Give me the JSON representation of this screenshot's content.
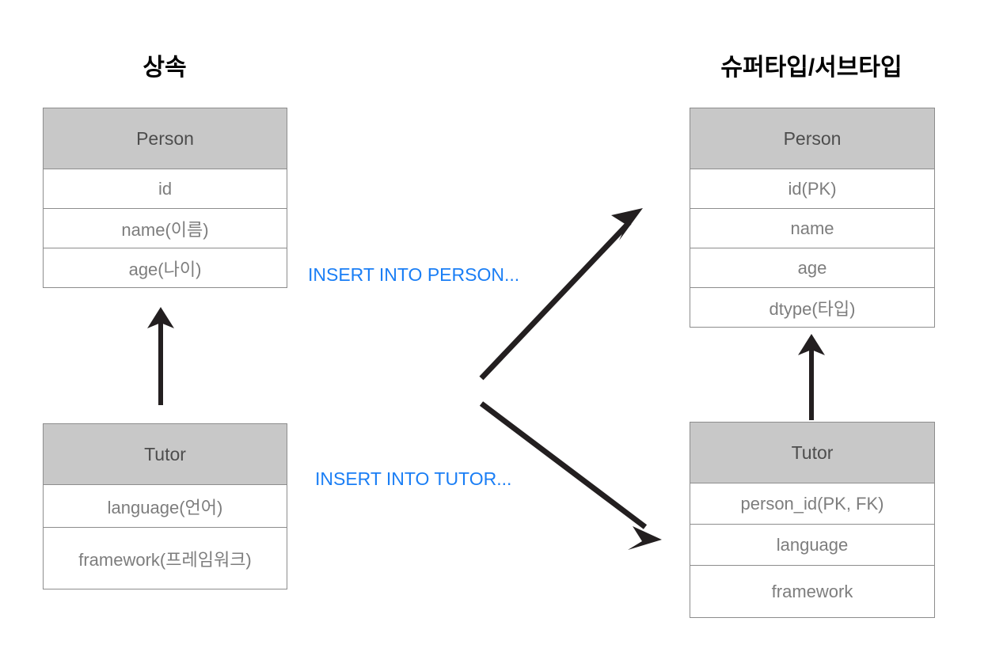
{
  "diagram": {
    "background_color": "#ffffff",
    "header_fill": "#c8c8c8",
    "border_color": "#8d8d8d",
    "entity_text_color": "#7d7d7d",
    "annotation_color": "#1a7ef5"
  },
  "sections": {
    "left": {
      "title": "상속"
    },
    "right": {
      "title": "슈퍼타입/서브타입"
    }
  },
  "entities": {
    "left_person": {
      "name": "Person",
      "attributes": [
        "id",
        "name(이름)",
        "age(나이)"
      ]
    },
    "left_tutor": {
      "name": "Tutor",
      "attributes": [
        "language(언어)",
        "framework(프레임워크)"
      ]
    },
    "right_person": {
      "name": "Person",
      "attributes": [
        "id(PK)",
        "name",
        "age",
        "dtype(타입)"
      ]
    },
    "right_tutor": {
      "name": "Tutor",
      "attributes": [
        "person_id(PK, FK)",
        "language",
        "framework"
      ]
    }
  },
  "annotations": {
    "insert_person": "INSERT INTO PERSON...",
    "insert_tutor": "INSERT INTO TUTOR..."
  },
  "connectors": [
    {
      "name": "left-inheritance-arrow",
      "from": "left_tutor",
      "to": "left_person",
      "direction": "up"
    },
    {
      "name": "right-subtype-arrow",
      "from": "right_tutor",
      "to": "right_person",
      "direction": "up"
    },
    {
      "name": "mapping-arrow-person",
      "from": "left-tables",
      "to": "right_person",
      "direction": "up-right"
    },
    {
      "name": "mapping-arrow-tutor",
      "from": "left-tables",
      "to": "right_tutor",
      "direction": "down-right"
    }
  ]
}
